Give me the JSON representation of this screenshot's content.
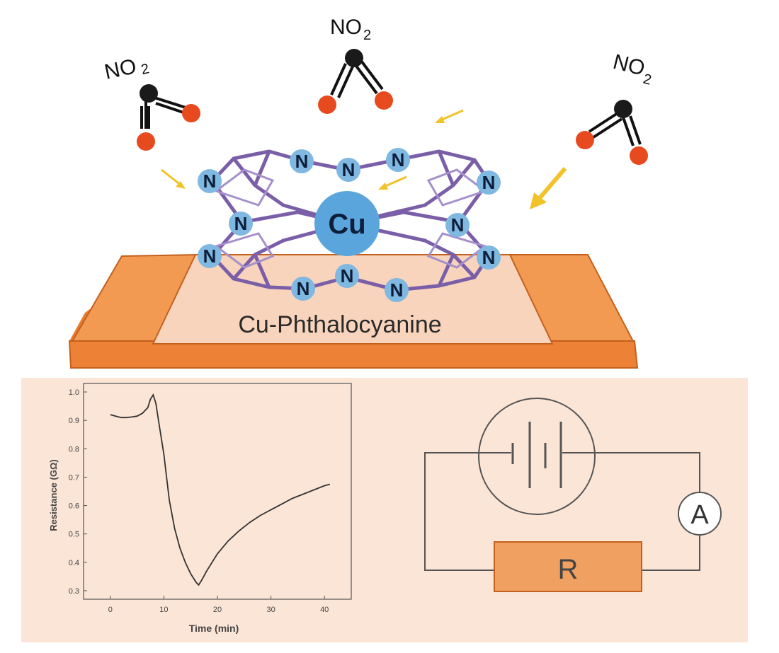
{
  "molecules": [
    {
      "label": "NO",
      "sub": "2"
    },
    {
      "label": "NO",
      "sub": "2"
    },
    {
      "label": "NO",
      "sub": "2"
    }
  ],
  "center_atom": "Cu",
  "nitrogen_label": "N",
  "substrate_label": "Cu-Phthalocyanine",
  "circuit": {
    "ammeter": "A",
    "resistor": "R"
  },
  "colors": {
    "electrode": "#f08a3e",
    "film": "#f8d4bc",
    "panel": "#fbe5d6",
    "cu": "#5aa6dc",
    "oxygen": "#e64a1e",
    "nitrogen_atom": "#1a1a1a",
    "ring": "#7a5fa8",
    "arrow": "#f2c229"
  },
  "chart_data": {
    "type": "line",
    "xlabel": "Time (min)",
    "ylabel": "Resistance (GΩ)",
    "xlim": [
      -5,
      45
    ],
    "ylim": [
      0.27,
      1.03
    ],
    "x_ticks": [
      0,
      10,
      20,
      30,
      40
    ],
    "y_ticks": [
      0.3,
      0.4,
      0.5,
      0.6,
      0.7,
      0.8,
      0.9,
      1.0
    ],
    "x_tick_labels": [
      "0",
      "10",
      "20",
      "30",
      "40"
    ],
    "y_tick_labels": [
      "0.3",
      "0.4",
      "0.5",
      "0.6",
      "0.7",
      "0.8",
      "0.9",
      "1.0"
    ],
    "series": [
      {
        "x": [
          0,
          1,
          2,
          3,
          4,
          5,
          6,
          7,
          7.5,
          8,
          8.5,
          9,
          10,
          11,
          12,
          13,
          14,
          15,
          16,
          16.5,
          17,
          18,
          20,
          22,
          24,
          26,
          28,
          30,
          32,
          34,
          36,
          38,
          40,
          41
        ],
        "y": [
          0.92,
          0.915,
          0.91,
          0.91,
          0.912,
          0.915,
          0.925,
          0.945,
          0.975,
          0.99,
          0.96,
          0.9,
          0.78,
          0.62,
          0.52,
          0.45,
          0.4,
          0.36,
          0.33,
          0.32,
          0.335,
          0.37,
          0.43,
          0.475,
          0.51,
          0.54,
          0.565,
          0.585,
          0.605,
          0.625,
          0.64,
          0.655,
          0.67,
          0.675
        ]
      }
    ]
  }
}
